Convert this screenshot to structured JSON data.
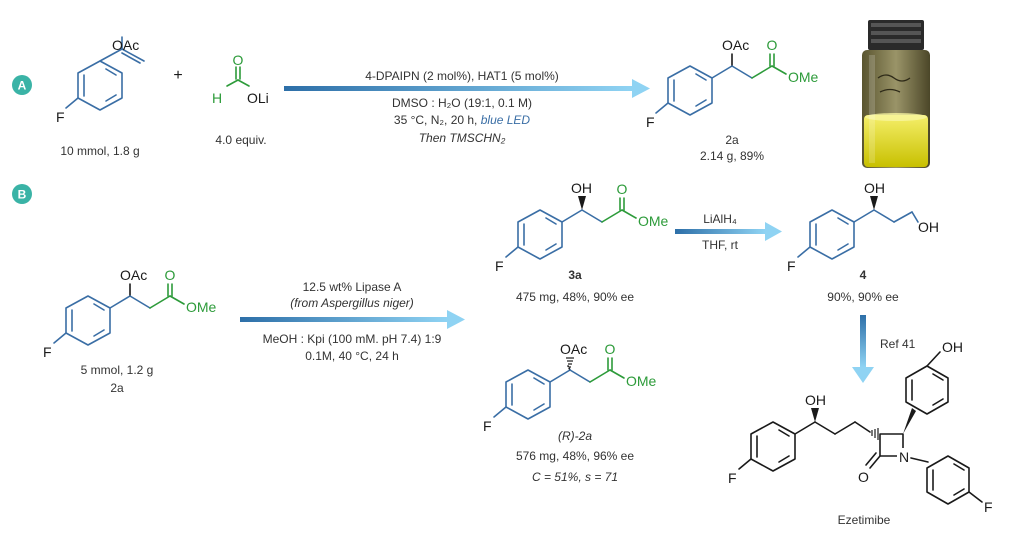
{
  "colors": {
    "scaffold_blue": "#3a6ea5",
    "ester_green": "#2d9b3a",
    "badge_teal": "#3ab3a6",
    "arrow_start": "#2d6fa8",
    "arrow_end": "#8fd3f3",
    "vial_solution": "#f0e020"
  },
  "section_a": {
    "badge": "A",
    "substrate": {
      "oac": "OAc",
      "f": "F",
      "amount": "10 mmol, 1.8 g"
    },
    "plus": "+",
    "reagent": {
      "o": "O",
      "h": "H",
      "oli": "OLi",
      "amount": "4.0 equiv."
    },
    "conditions": {
      "line1": "4-DPAIPN (2 mol%), HAT1 (5 mol%)",
      "line2": "DMSO : H₂O (19:1, 0.1 M)",
      "line3_prefix": "35 °C, N₂, 20 h, ",
      "line3_highlight": "blue LED",
      "line4": "Then TMSCHN₂"
    },
    "product": {
      "oac": "OAc",
      "o": "O",
      "ome": "OMe",
      "f": "F",
      "name": "2a",
      "yield": "2.14 g, 89%"
    },
    "photo": {
      "icon": "product-vial-photo"
    }
  },
  "section_b": {
    "badge": "B",
    "substrate": {
      "oac": "OAc",
      "o": "O",
      "ome": "OMe",
      "f": "F",
      "amount": "5 mmol, 1.2 g",
      "name": "2a"
    },
    "resolution_conditions": {
      "line1": "12.5 wt% Lipase A",
      "line2": "(from Aspergillus niger)",
      "line3": "MeOH : Kpi (100 mM. pH 7.4) 1:9",
      "line4": "0.1M, 40 °C, 24 h"
    },
    "product_3a": {
      "oh": "OH",
      "o": "O",
      "ome": "OMe",
      "f": "F",
      "name": "3a",
      "result": "475 mg, 48%, 90% ee"
    },
    "reduction_conditions": {
      "line1": "LiAlH₄",
      "line2": "THF, rt"
    },
    "product_4": {
      "oh_top": "OH",
      "oh_end": "OH",
      "f": "F",
      "name": "4",
      "result": "90%, 90% ee"
    },
    "product_r2a": {
      "oac": "OAc",
      "o": "O",
      "ome": "OMe",
      "f": "F",
      "name": "(R)-2a",
      "result": "576 mg, 48%, 96% ee",
      "selectivity": "C = 51%, s = 71"
    },
    "ref": "Ref 41",
    "ezetimibe": {
      "oh_top": "OH",
      "oh_side": "OH",
      "o": "O",
      "n": "N",
      "f_left": "F",
      "f_right": "F",
      "name": "Ezetimibe"
    }
  }
}
